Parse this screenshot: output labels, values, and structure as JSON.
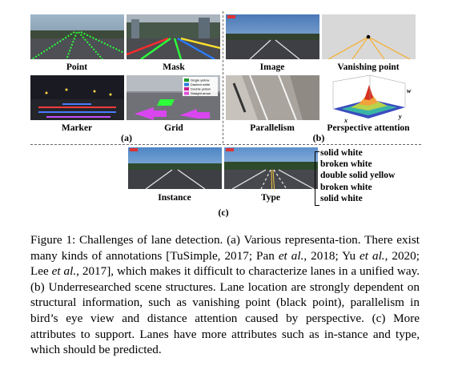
{
  "figure": {
    "panel_labels": {
      "point": "Point",
      "mask": "Mask",
      "image": "Image",
      "vanishing_point": "Vanishing point",
      "marker": "Marker",
      "grid": "Grid",
      "parallelism": "Parallelism",
      "perspective_attention": "Perspective attention",
      "instance": "Instance",
      "type": "Type"
    },
    "subfig_labels": {
      "a": "(a)",
      "b": "(b)",
      "c": "(c)"
    },
    "grid_legend": [
      "Single yellow",
      "Dashed white",
      "Double yellow",
      "Straight arrow"
    ],
    "grid_legend_colors": [
      "#1f9e2f",
      "#2a7de1",
      "#c61c8a",
      "#e14fe0"
    ],
    "surface_axis_labels": {
      "w": "w",
      "x": "x",
      "y": "y"
    },
    "lane_types": [
      "solid white",
      "broken  white",
      "double solid yellow",
      "broken  white",
      "solid white"
    ]
  },
  "caption": {
    "text": "Figure 1:  Challenges of lane detection.  (a) Various representa-tion.  There exist many kinds of annotations [TuSimple, 2017; Pan et al., 2018; Yu et al., 2020; Lee et al., 2017], which makes it difficult to characterize lanes in a unified way. (b) Underresearched scene structures. Lane location are strongly dependent on structural information, such as vanishing point (black point), parallelism in bird’s eye view and distance attention caused by perspective. (c) More attributes to support. Lanes have more attributes such as in-stance and type, which should be predicted."
  }
}
